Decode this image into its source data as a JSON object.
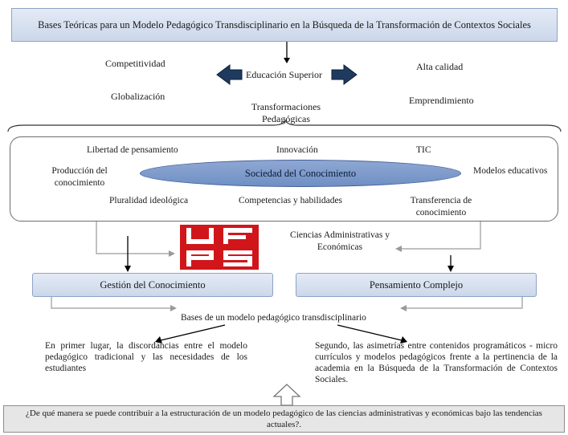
{
  "title": "Bases Teóricas para un Modelo Pedagógico Transdisciplinario en la Búsqueda de la Transformación de Contextos Sociales",
  "top": {
    "competitividad": "Competitividad",
    "educacion": "Educación Superior",
    "alta_calidad": "Alta calidad",
    "globalizacion": "Globalización",
    "emprendimiento": "Emprendimiento",
    "transformaciones_1": "Transformaciones",
    "transformaciones_2": "Pedagógicas"
  },
  "society": {
    "libertad": "Libertad de pensamiento",
    "innovacion": "Innovación",
    "tic": "TIC",
    "produccion_1": "Producción del",
    "produccion_2": "conocimiento",
    "center": "Sociedad del Conocimiento",
    "modelos": "Modelos educativos",
    "pluralidad": "Pluralidad ideológica",
    "competencias": "Competencias y habilidades",
    "transferencia_1": "Transferencia de",
    "transferencia_2": "conocimiento"
  },
  "logo": {
    "text": "UFPS",
    "color": "#d0161b"
  },
  "ciencias_1": "Ciencias Administrativas y",
  "ciencias_2": "Económicas",
  "gestion": "Gestión del Conocimiento",
  "pensamiento": "Pensamiento Complejo",
  "bases": "Bases de un modelo pedagógico transdisciplinario",
  "left_para": "En primer lugar, la discordancias entre el modelo pedagógico tradicional y las necesidades de los estudiantes",
  "right_para": "Segundo, las asimetrías entre contenidos programáticos - micro currículos y modelos pedagógicos frente a la pertinencia de la academia en la Búsqueda de la Transformación de Contextos Sociales.",
  "question": "¿De qué manera se puede contribuir a la estructuración de un modelo pedagógico de las ciencias administrativas y económicas bajo las tendencias actuales?.",
  "colors": {
    "box_fill": "#cbd7ea",
    "ellipse_fill": "#7f9bcc",
    "arrow_fill": "#1f3a5f"
  }
}
